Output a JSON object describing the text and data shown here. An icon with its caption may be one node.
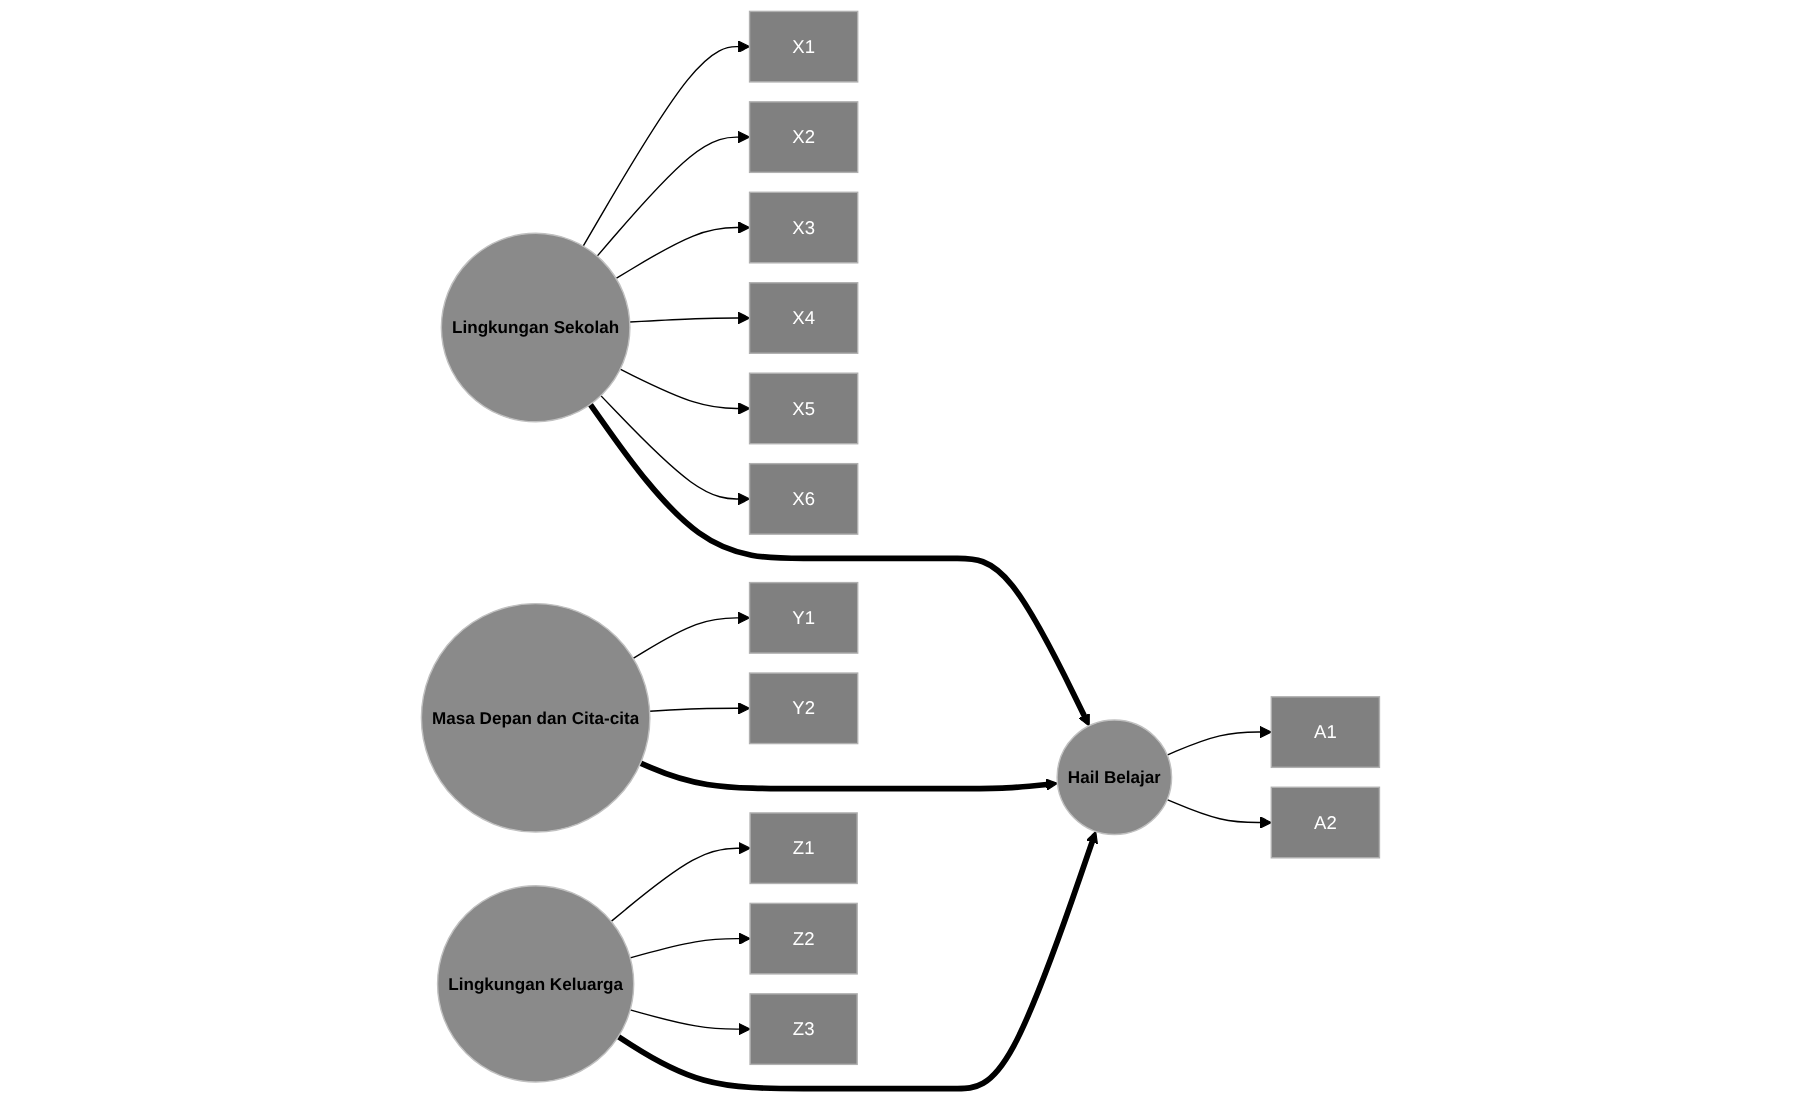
{
  "diagram": {
    "nodes": [
      {
        "text": [
          "X1"
        ]
      },
      {
        "text": [
          "X2"
        ]
      },
      {
        "text": [
          "X3"
        ]
      },
      {
        "text": [
          "X4"
        ]
      },
      {
        "text": [
          "X5"
        ]
      },
      {
        "text": [
          "X6"
        ]
      },
      {
        "text": [
          "Lingkungan Sekolah"
        ]
      },
      {
        "text": [
          "Y1"
        ]
      },
      {
        "text": [
          "Y2"
        ]
      },
      {
        "text": [
          "Masa Depan dan Cita-cita"
        ]
      },
      {
        "text": [
          "Z1"
        ]
      },
      {
        "text": [
          "Z2"
        ]
      },
      {
        "text": [
          "Z3"
        ]
      },
      {
        "text": [
          "Lingkungan Keluarga"
        ]
      },
      {
        "text": [
          "Hail Belajar"
        ]
      },
      {
        "text": [
          "A1"
        ]
      },
      {
        "text": [
          "A2"
        ]
      }
    ],
    "edges": [
      {
        "from": 6,
        "to": 0,
        "arrow": "to"
      },
      {
        "from": 6,
        "to": 1,
        "arrow": "to"
      },
      {
        "from": 6,
        "to": 2,
        "arrow": "to"
      },
      {
        "from": 6,
        "to": 3,
        "arrow": "to"
      },
      {
        "from": 6,
        "to": 4,
        "arrow": "to"
      },
      {
        "from": 6,
        "to": 5,
        "arrow": "to"
      },
      {
        "from": 9,
        "to": 7,
        "arrow": "to"
      },
      {
        "from": 9,
        "to": 8,
        "arrow": "to"
      },
      {
        "from": 13,
        "to": 10,
        "arrow": "to"
      },
      {
        "from": 13,
        "to": 11,
        "arrow": "to"
      },
      {
        "from": 13,
        "to": 12,
        "arrow": "to"
      },
      {
        "from": 6,
        "to": 14,
        "arrow": "to",
        "style": "thick"
      },
      {
        "from": 9,
        "to": 14,
        "arrow": "to",
        "style": "thick"
      },
      {
        "from": 13,
        "to": 14,
        "arrow": "to",
        "style": "thick"
      },
      {
        "from": 14,
        "to": 15,
        "arrow": "to"
      },
      {
        "from": 14,
        "to": 16,
        "arrow": "to"
      }
    ]
  }
}
